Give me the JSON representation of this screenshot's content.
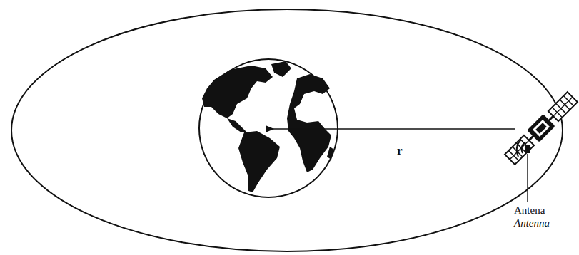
{
  "diagram": {
    "labels": [
      "r",
      "Antena",
      "Antenna"
    ]
  }
}
